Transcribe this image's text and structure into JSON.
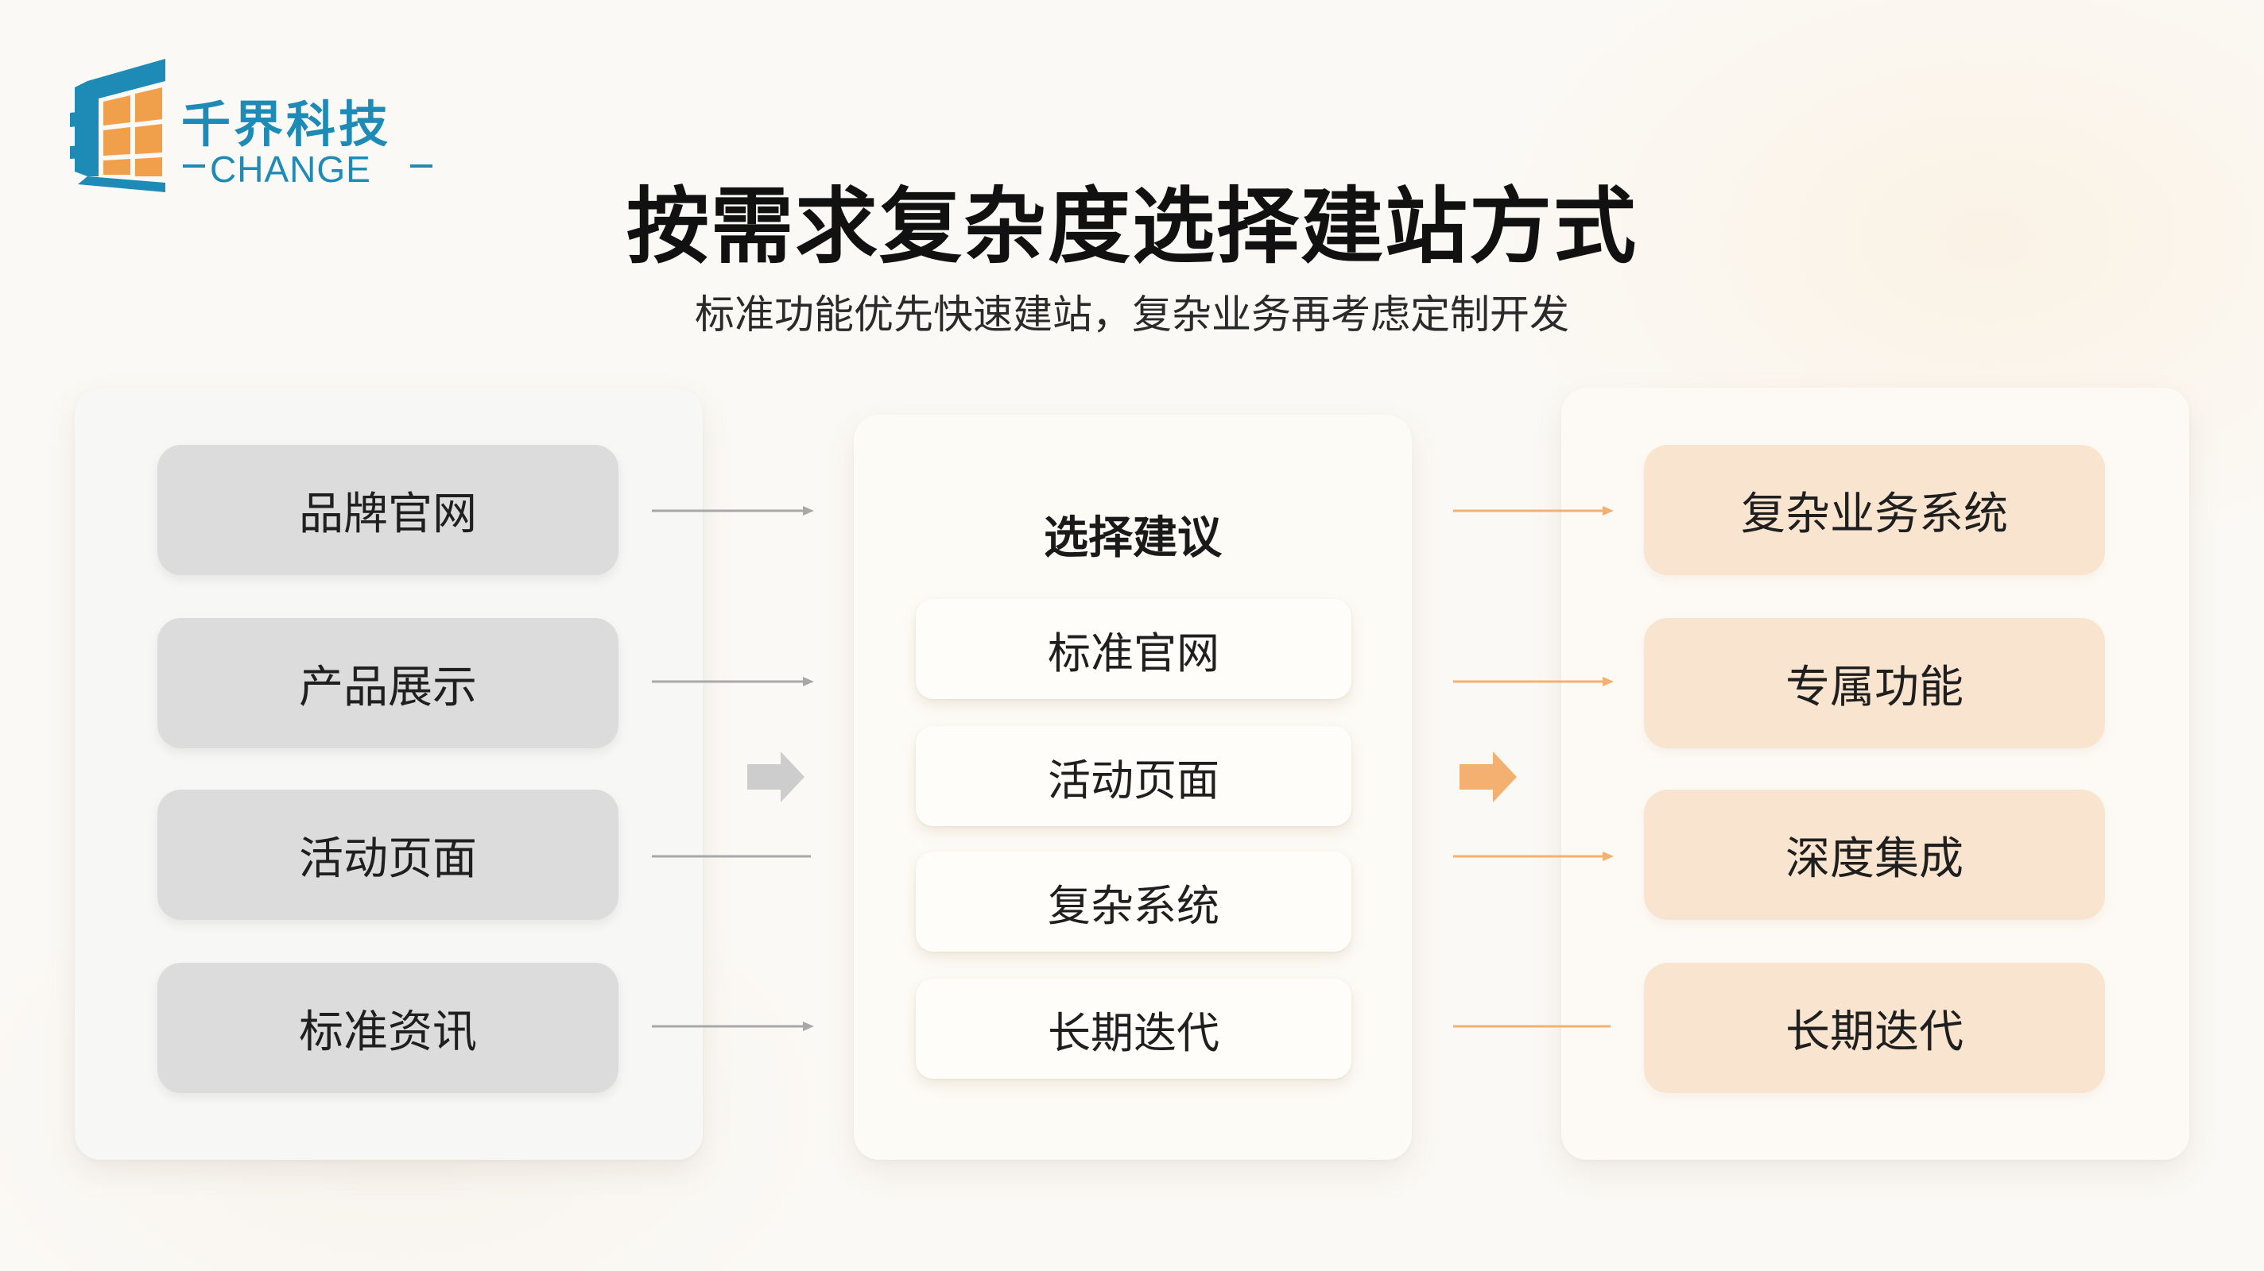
{
  "logo": {
    "name": "千界科技",
    "english": "CHANGE"
  },
  "title": "按需求复杂度选择建站方式",
  "subtitle": "标准功能优先快速建站，复杂业务再考虑定制开发",
  "left_column": {
    "items": [
      "品牌官网",
      "产品展示",
      "活动页面",
      "标准资讯"
    ]
  },
  "middle_column": {
    "heading": "选择建议",
    "items": [
      "标准官网",
      "活动页面",
      "复杂系统",
      "长期迭代"
    ]
  },
  "right_column": {
    "items": [
      "复杂业务系统",
      "专属功能",
      "深度集成",
      "长期迭代"
    ]
  },
  "colors": {
    "brand_blue": "#1e8ab6",
    "brand_orange": "#f0a04a",
    "left_pill": "#dcdcdc",
    "right_pill": "#f9e4cf",
    "left_arrow": "#a8a8a8",
    "right_arrow": "#f3b071"
  },
  "icons": {
    "logo_mark": "building-window-logo-icon",
    "big_arrow": "arrow-right-icon"
  }
}
